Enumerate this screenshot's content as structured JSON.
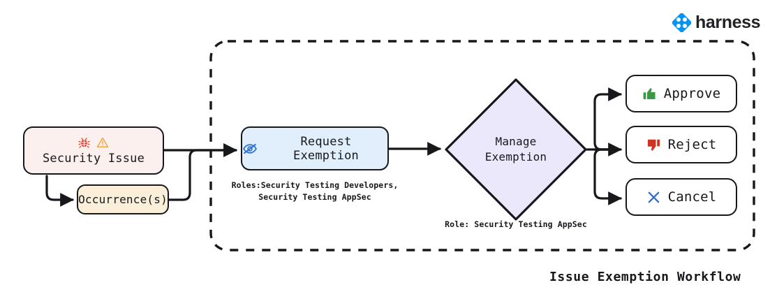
{
  "brand": {
    "name": "harness",
    "logo_icon": "harness-diamond-logo-icon",
    "color": "#0095f7"
  },
  "diagram": {
    "title": "Issue Exemption Workflow",
    "container": {
      "name": "exemption-scope-container",
      "border_style": "dashed",
      "border_color": "#16181c"
    },
    "nodes": [
      {
        "id": "security-issue",
        "label": "Security Issue",
        "shape": "rounded-rect",
        "fill": "#fcf0ef",
        "stroke": "#16181c",
        "icons": [
          "bug-icon",
          "warning-triangle-icon"
        ],
        "icon_colors": [
          "#e8402a",
          "#f0a13a"
        ]
      },
      {
        "id": "occurrences",
        "label": "Occurrence(s)",
        "shape": "rounded-rect",
        "fill": "#fcefd9",
        "stroke": "#16181c",
        "icons": []
      },
      {
        "id": "request-exemption",
        "label": "Request Exemption",
        "shape": "rounded-rect",
        "fill": "#e0effb",
        "stroke": "#16181c",
        "icons": [
          "eye-slash-icon"
        ],
        "icon_colors": [
          "#2b6fd4"
        ],
        "caption": "Roles:Security Testing Developers,\nSecurity Testing AppSec"
      },
      {
        "id": "manage-exemption",
        "label_line1": "Manage",
        "label_line2": "Exemption",
        "shape": "diamond",
        "fill": "#ece8fb",
        "stroke": "#16181c",
        "caption": "Role: Security Testing AppSec"
      },
      {
        "id": "approve",
        "label": "Approve",
        "shape": "rounded-rect",
        "fill": "#ffffff",
        "stroke": "#16181c",
        "icons": [
          "thumbs-up-icon"
        ],
        "icon_colors": [
          "#3a9a43"
        ]
      },
      {
        "id": "reject",
        "label": "Reject",
        "shape": "rounded-rect",
        "fill": "#ffffff",
        "stroke": "#16181c",
        "icons": [
          "thumbs-down-icon"
        ],
        "icon_colors": [
          "#cc3423"
        ]
      },
      {
        "id": "cancel",
        "label": "Cancel",
        "shape": "rounded-rect",
        "fill": "#ffffff",
        "stroke": "#16181c",
        "icons": [
          "close-x-icon"
        ],
        "icon_colors": [
          "#2b6fd4"
        ]
      }
    ],
    "edges": [
      {
        "from": "security-issue",
        "to": "occurrences"
      },
      {
        "from": "security-issue",
        "to": "request-exemption"
      },
      {
        "from": "occurrences",
        "to": "request-exemption"
      },
      {
        "from": "request-exemption",
        "to": "manage-exemption"
      },
      {
        "from": "manage-exemption",
        "to": "approve"
      },
      {
        "from": "manage-exemption",
        "to": "reject"
      },
      {
        "from": "manage-exemption",
        "to": "cancel"
      }
    ]
  }
}
